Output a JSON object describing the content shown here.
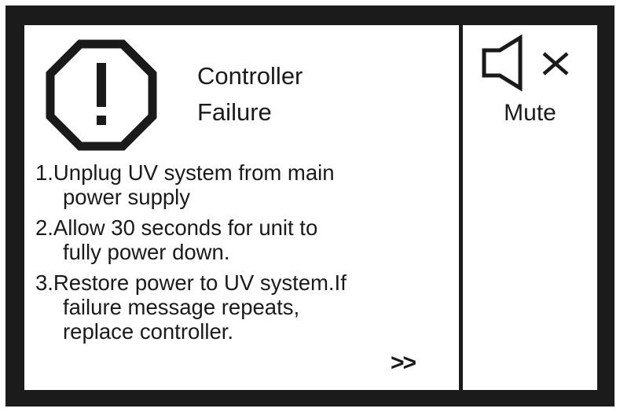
{
  "alert": {
    "icon": "warning-octagon-icon",
    "title_line1": "Controller",
    "title_line2": "Failure"
  },
  "steps": [
    {
      "line1": "1.Unplug UV system from main",
      "line2": "power supply"
    },
    {
      "line1": "2.Allow 30 seconds for unit to",
      "line2": "fully power down."
    },
    {
      "line1": "3.Restore power to UV system.If",
      "line2": "failure message repeats,",
      "line3": "replace controller."
    }
  ],
  "navigation": {
    "next_label": ">>"
  },
  "sidebar": {
    "mute_icon": "speaker-muted-icon",
    "mute_label": "Mute"
  },
  "colors": {
    "frame": "#1b1b1b",
    "background": "#ffffff",
    "text": "#1a1a1a"
  }
}
